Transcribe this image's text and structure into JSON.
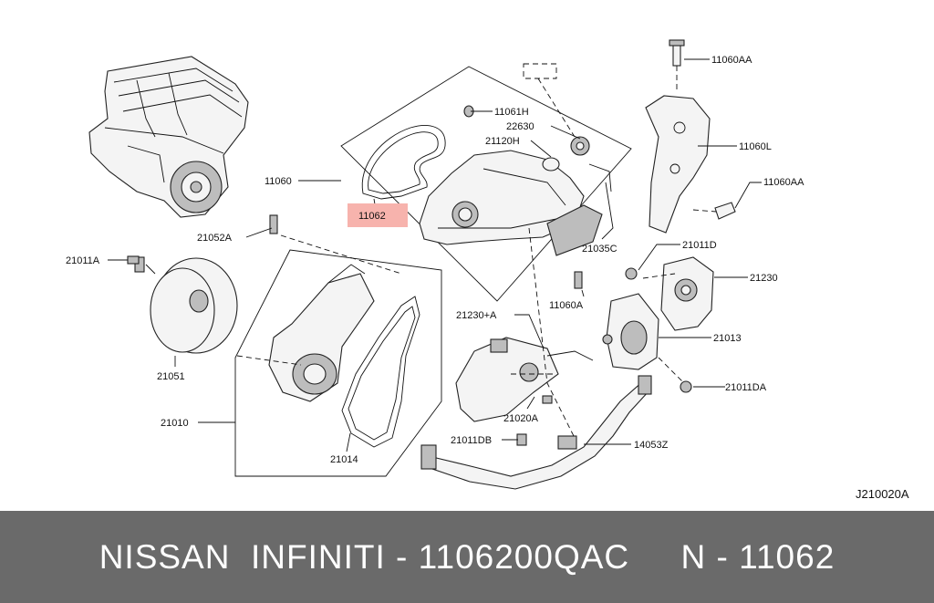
{
  "diagram": {
    "ref_code": "J210020A",
    "highlight_color": "#f7b3ad",
    "labels": {
      "p11060AA_top": "11060AA",
      "p11060L": "11060L",
      "p11060AA_mid": "11060AA",
      "p11061H": "11061H",
      "p22630": "22630",
      "p21120H": "21120H",
      "p11060": "11060",
      "p11062": "11062",
      "p21052A": "21052A",
      "p21035C": "21035C",
      "p21011D": "21011D",
      "p21011A": "21011A",
      "p21230": "21230",
      "p11060A": "11060A",
      "p21230A": "21230+A",
      "p21013": "21013",
      "p21051": "21051",
      "p21011DA": "21011DA",
      "p21020A": "21020A",
      "p21010": "21010",
      "p21011DB": "21011DB",
      "p14053Z": "14053Z",
      "p21014": "21014"
    }
  },
  "footer": {
    "text": "NISSAN  INFINITI - 1106200QAC     N - 11062",
    "background": "#6a6a6a"
  }
}
